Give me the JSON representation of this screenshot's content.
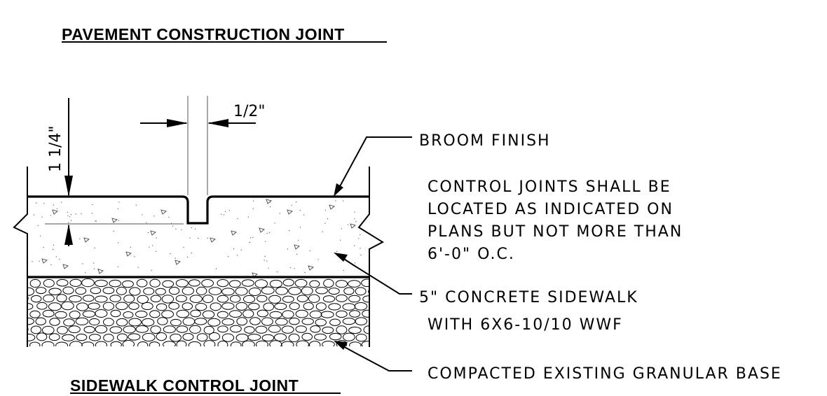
{
  "titles": {
    "top": "PAVEMENT CONSTRUCTION JOINT",
    "bottom": "SIDEWALK CONTROL JOINT"
  },
  "dimensions": {
    "joint_width": "1/2\"",
    "joint_depth": "1 1/4\""
  },
  "notes": {
    "broom_finish": "BROOM FINISH",
    "control_joints": [
      "CONTROL JOINTS SHALL BE",
      "LOCATED AS INDICATED ON",
      "PLANS BUT NOT MORE THAN",
      "6'-0\" O.C."
    ],
    "sidewalk": [
      "5\" CONCRETE SIDEWALK",
      "WITH 6X6-10/10 WWF"
    ],
    "base": "COMPACTED EXISTING GRANULAR BASE"
  },
  "colors": {
    "line": "#000000",
    "background": "#ffffff"
  }
}
